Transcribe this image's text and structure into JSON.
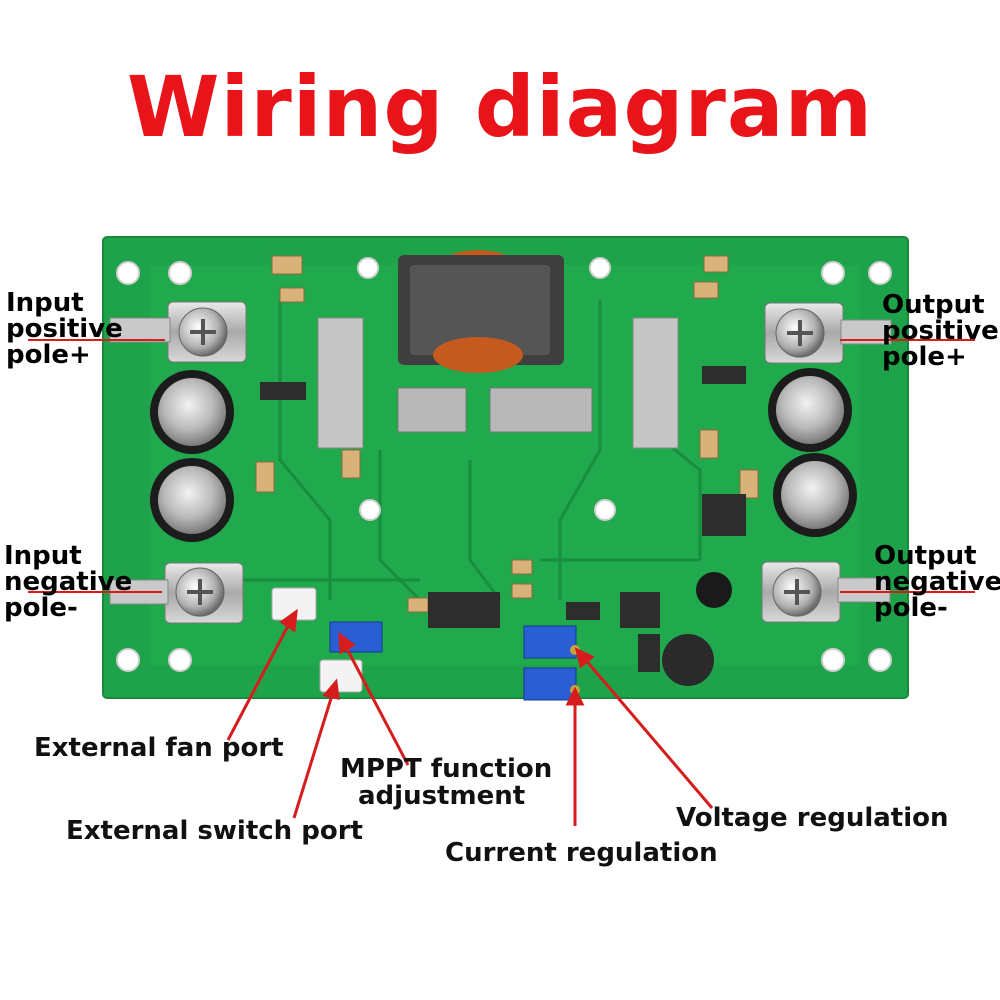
{
  "title": "Wiring diagram",
  "terminals": {
    "input_positive": [
      "Input",
      "positive",
      "pole+"
    ],
    "input_negative": [
      "Input",
      "negative",
      "pole-"
    ],
    "output_positive": [
      "Output",
      "positive",
      "pole+"
    ],
    "output_negative": [
      "Output",
      "negative",
      "pole-"
    ]
  },
  "callouts": {
    "fan_port": "External fan port",
    "switch_port": "External switch port",
    "mppt_line1": "MPPT function",
    "mppt_line2": "adjustment",
    "current_regulation": "Current regulation",
    "voltage_regulation": "Voltage regulation"
  },
  "colors": {
    "title": "#e8141a",
    "pcb": "#1fa34a",
    "arrow": "#d61c1c"
  }
}
